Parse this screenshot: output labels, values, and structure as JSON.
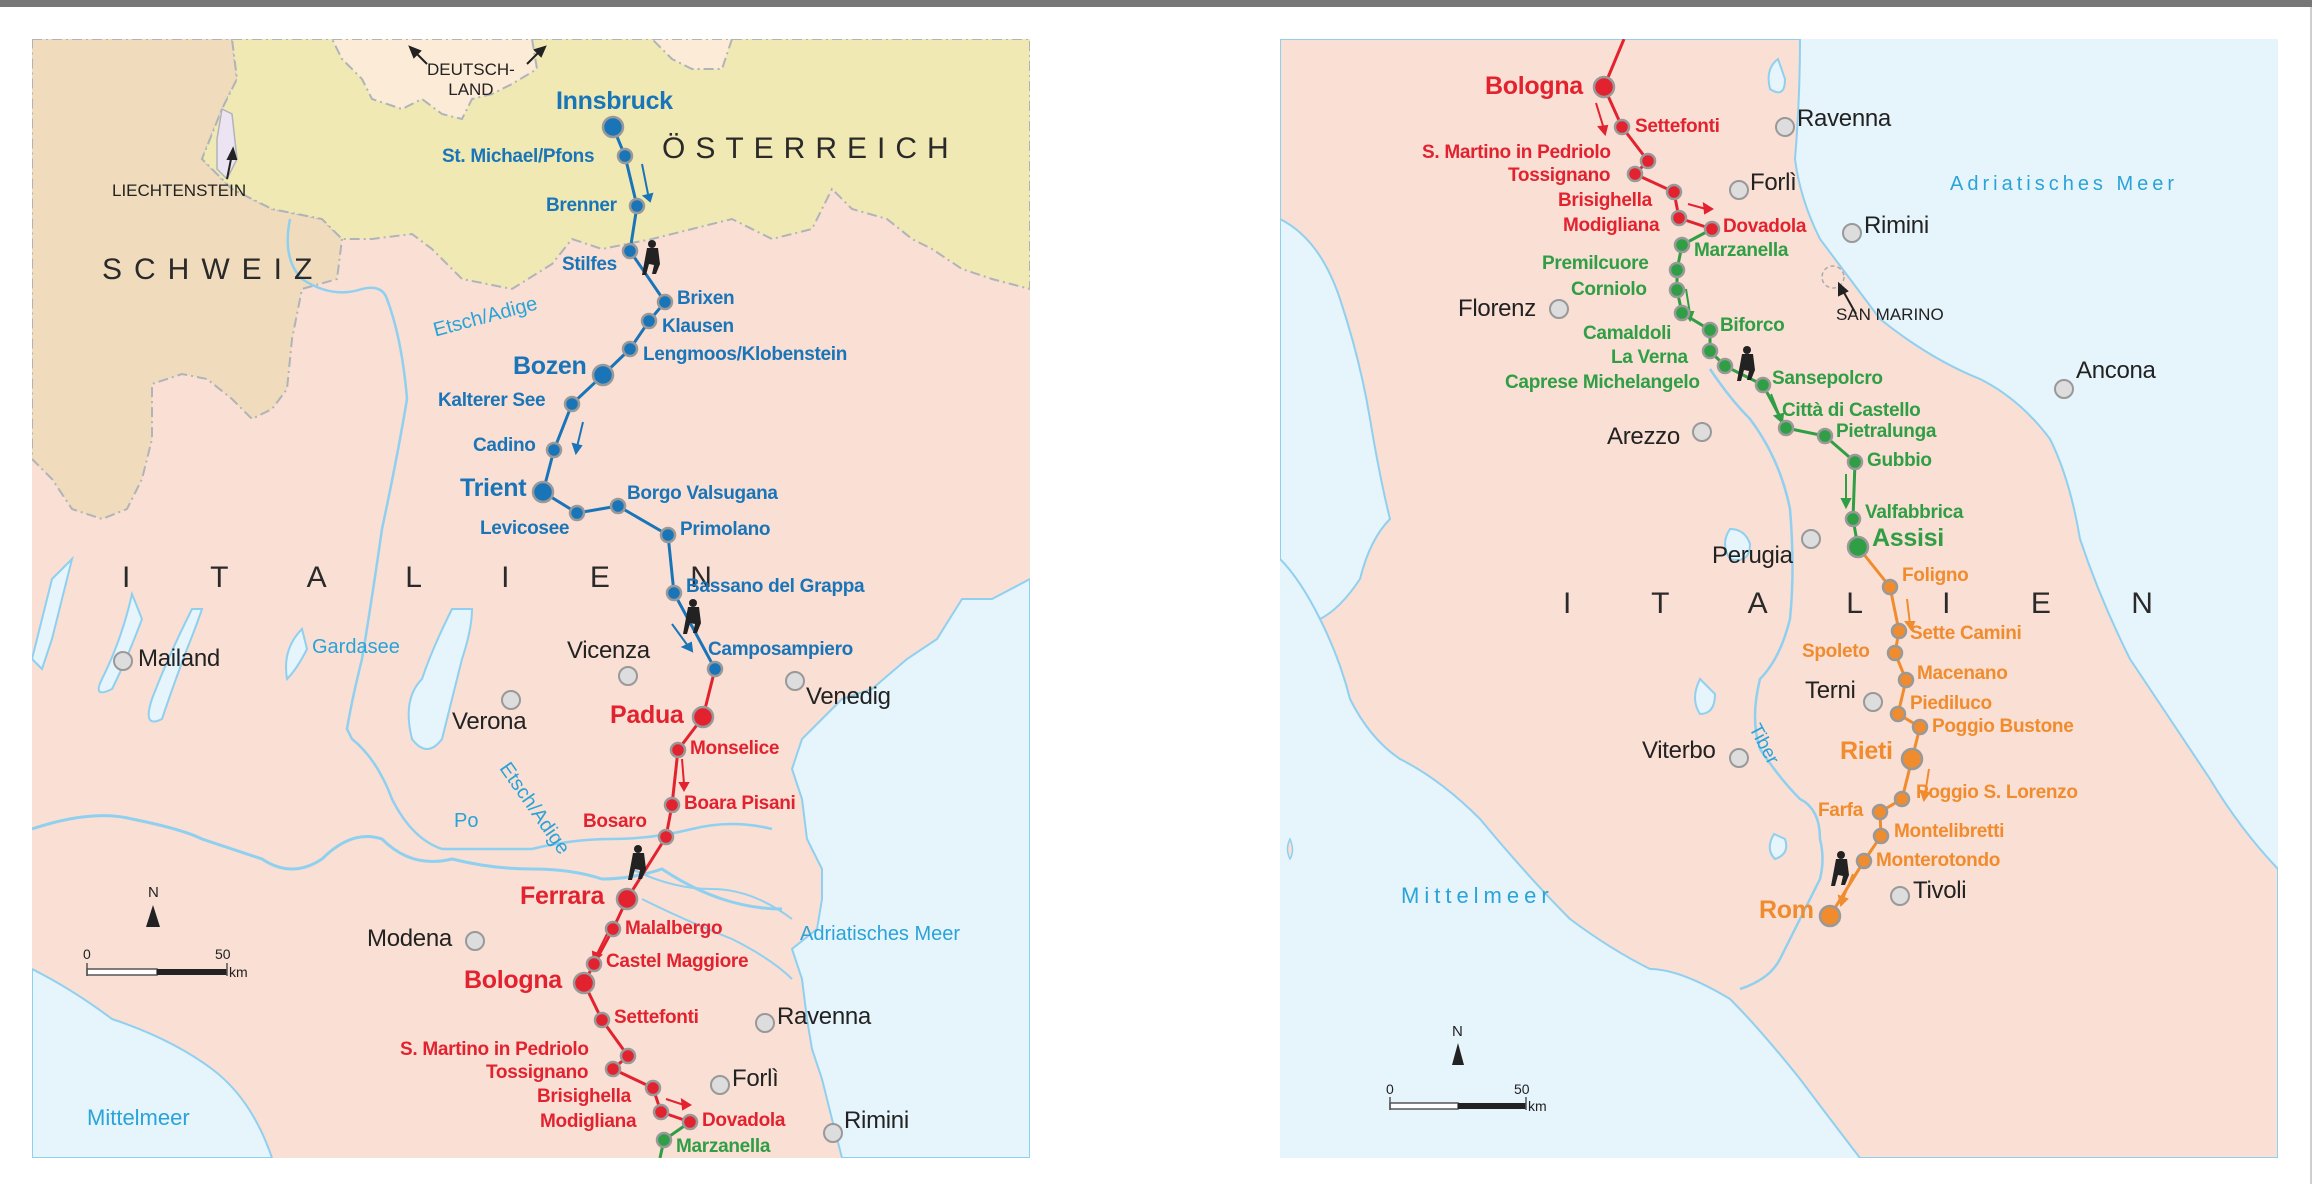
{
  "colors": {
    "sea": "#e6f4fc",
    "italy": "#f9dfd4",
    "austria": "#f0e9b4",
    "switzerland": "#f0dcbc",
    "germany": "#fcebd6",
    "liechtenstein": "#ece4f2",
    "border": "#b0b4b8",
    "river": "#8fd0f0",
    "route_blue": "#1a75b8",
    "route_red": "#e2232f",
    "route_green": "#2f9e44",
    "route_orange": "#f08c2e",
    "city_dot": "#dddddd"
  },
  "left_map": {
    "countries": {
      "austria": "ÖSTERREICH",
      "switzerland": "SCHWEIZ",
      "italy": "I T A L I E N",
      "germany": "DEUTSCH-\nLAND",
      "liechtenstein": "LIECHTENSTEIN"
    },
    "water": {
      "adige_north": "Etsch/Adige",
      "adige_south": "Etsch/Adige",
      "lake_garda": "Gardasee",
      "po": "Po",
      "adriatic": "Adriatisches Meer",
      "mediterranean": "Mittelmeer"
    },
    "cities": [
      "Mailand",
      "Verona",
      "Vicenza",
      "Venedig",
      "Modena",
      "Ravenna",
      "Forlì",
      "Rimini"
    ],
    "stations": [
      {
        "name": "Innsbruck",
        "route": "blue",
        "major": true
      },
      {
        "name": "St. Michael/Pfons",
        "route": "blue"
      },
      {
        "name": "Brenner",
        "route": "blue"
      },
      {
        "name": "Stilfes",
        "route": "blue"
      },
      {
        "name": "Brixen",
        "route": "blue"
      },
      {
        "name": "Klausen",
        "route": "blue"
      },
      {
        "name": "Lengmoos/Klobenstein",
        "route": "blue"
      },
      {
        "name": "Bozen",
        "route": "blue",
        "major": true
      },
      {
        "name": "Kalterer See",
        "route": "blue"
      },
      {
        "name": "Cadino",
        "route": "blue"
      },
      {
        "name": "Trient",
        "route": "blue",
        "major": true
      },
      {
        "name": "Levicosee",
        "route": "blue"
      },
      {
        "name": "Borgo Valsugana",
        "route": "blue"
      },
      {
        "name": "Primolano",
        "route": "blue"
      },
      {
        "name": "Bassano del Grappa",
        "route": "blue"
      },
      {
        "name": "Camposampiero",
        "route": "blue"
      },
      {
        "name": "Padua",
        "route": "red",
        "major": true
      },
      {
        "name": "Monselice",
        "route": "red"
      },
      {
        "name": "Boara Pisani",
        "route": "red"
      },
      {
        "name": "Bosaro",
        "route": "red"
      },
      {
        "name": "Ferrara",
        "route": "red",
        "major": true
      },
      {
        "name": "Malalbergo",
        "route": "red"
      },
      {
        "name": "Castel Maggiore",
        "route": "red"
      },
      {
        "name": "Bologna",
        "route": "red",
        "major": true
      },
      {
        "name": "Settefonti",
        "route": "red"
      },
      {
        "name": "S. Martino in Pedriolo",
        "route": "red"
      },
      {
        "name": "Tossignano",
        "route": "red"
      },
      {
        "name": "Brisighella",
        "route": "red"
      },
      {
        "name": "Modigliana",
        "route": "red"
      },
      {
        "name": "Dovadola",
        "route": "red"
      },
      {
        "name": "Marzanella",
        "route": "green"
      }
    ],
    "north_label": "N",
    "scale": {
      "start": "0",
      "end": "50",
      "unit": "km"
    }
  },
  "right_map": {
    "countries": {
      "italy": "I T A L I E N",
      "san_marino": "SAN MARINO"
    },
    "water": {
      "adriatic": "Adriatisches Meer",
      "mediterranean": "Mittelmeer",
      "tiber": "Tiber"
    },
    "cities": [
      "Ravenna",
      "Forlì",
      "Rimini",
      "Florenz",
      "Arezzo",
      "Ancona",
      "Perugia",
      "Terni",
      "Viterbo",
      "Tivoli"
    ],
    "stations": [
      {
        "name": "Bologna",
        "route": "red",
        "major": true
      },
      {
        "name": "Settefonti",
        "route": "red"
      },
      {
        "name": "S. Martino in Pedriolo",
        "route": "red"
      },
      {
        "name": "Tossignano",
        "route": "red"
      },
      {
        "name": "Brisighella",
        "route": "red"
      },
      {
        "name": "Modigliana",
        "route": "red"
      },
      {
        "name": "Dovadola",
        "route": "red"
      },
      {
        "name": "Marzanella",
        "route": "green"
      },
      {
        "name": "Premilcuore",
        "route": "green"
      },
      {
        "name": "Corniolo",
        "route": "green"
      },
      {
        "name": "Camaldoli",
        "route": "green"
      },
      {
        "name": "Biforco",
        "route": "green"
      },
      {
        "name": "La Verna",
        "route": "green"
      },
      {
        "name": "Caprese Michelangelo",
        "route": "green"
      },
      {
        "name": "Sansepolcro",
        "route": "green"
      },
      {
        "name": "Città di Castello",
        "route": "green"
      },
      {
        "name": "Pietralunga",
        "route": "green"
      },
      {
        "name": "Gubbio",
        "route": "green"
      },
      {
        "name": "Valfabbrica",
        "route": "green"
      },
      {
        "name": "Assisi",
        "route": "green",
        "major": true
      },
      {
        "name": "Foligno",
        "route": "orange"
      },
      {
        "name": "Sette Camini",
        "route": "orange"
      },
      {
        "name": "Spoleto",
        "route": "orange"
      },
      {
        "name": "Macenano",
        "route": "orange"
      },
      {
        "name": "Piediluco",
        "route": "orange"
      },
      {
        "name": "Poggio Bustone",
        "route": "orange"
      },
      {
        "name": "Rieti",
        "route": "orange",
        "major": true
      },
      {
        "name": "Poggio S. Lorenzo",
        "route": "orange"
      },
      {
        "name": "Farfa",
        "route": "orange"
      },
      {
        "name": "Montelibretti",
        "route": "orange"
      },
      {
        "name": "Monterotondo",
        "route": "orange"
      },
      {
        "name": "Rom",
        "route": "orange",
        "major": true
      }
    ],
    "north_label": "N",
    "scale": {
      "start": "0",
      "end": "50",
      "unit": "km"
    }
  }
}
